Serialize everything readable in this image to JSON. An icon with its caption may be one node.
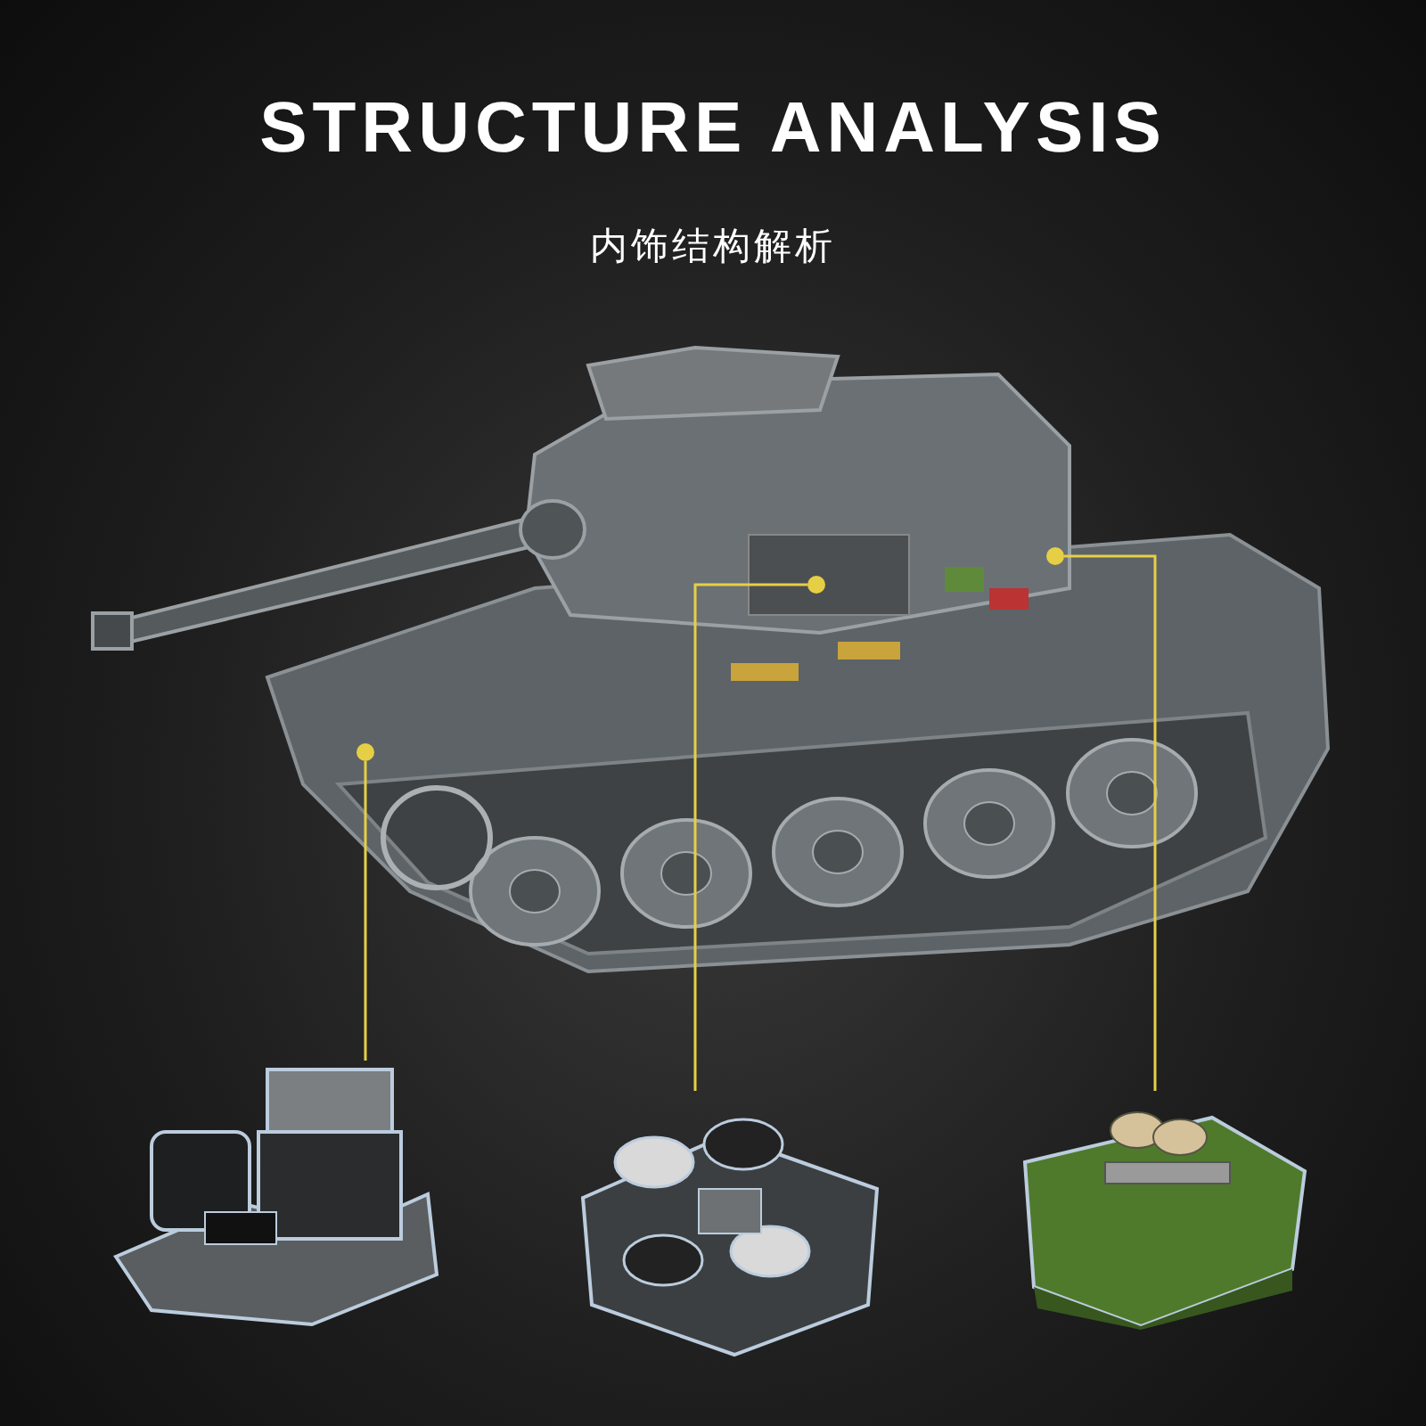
{
  "diagram": {
    "title": "STRUCTURE ANALYSIS",
    "caption": "内饰结构解析",
    "nodes": [
      {
        "text": [],
        "shape": "circle"
      },
      {
        "text": [],
        "shape": "circle"
      },
      {
        "text": [],
        "shape": "circle"
      },
      {
        "text": [],
        "shape": "picture"
      },
      {
        "text": [],
        "shape": "picture"
      },
      {
        "text": [],
        "shape": "picture"
      }
    ],
    "edges": [
      {
        "from": 0,
        "to": 3,
        "arrow": "none"
      },
      {
        "from": 1,
        "to": 4,
        "arrow": "none"
      },
      {
        "from": 2,
        "to": 5,
        "arrow": "none"
      }
    ]
  }
}
